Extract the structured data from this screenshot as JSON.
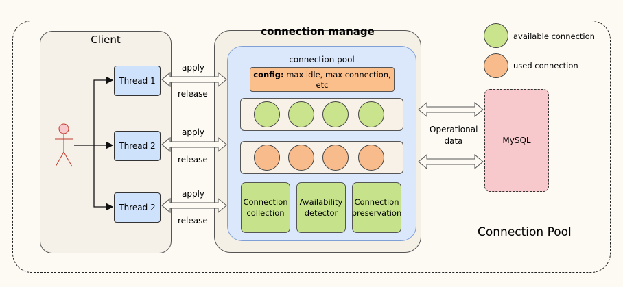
{
  "client": {
    "title": "Client",
    "threads": [
      "Thread 1",
      "Thread 2",
      "Thread 2"
    ]
  },
  "arrows": {
    "apply": "apply",
    "release": "release"
  },
  "manage": {
    "title": "connection manage"
  },
  "pool": {
    "title": "connection pool",
    "config_key": "config:",
    "config_value": " max idle,  max connection, etc",
    "components": [
      "Connection collection",
      "Availability detector",
      "Connection preservation"
    ]
  },
  "legend": {
    "available": "available connection",
    "used": "used connection"
  },
  "operational": "Operational data",
  "mysql": "MySQL",
  "footer": "Connection Pool",
  "colors": {
    "available": "#c9e48c",
    "used": "#f8bc8c",
    "thread": "#cfe2fb",
    "mysql": "#f8c9cc",
    "pool": "#dbe8fb"
  }
}
